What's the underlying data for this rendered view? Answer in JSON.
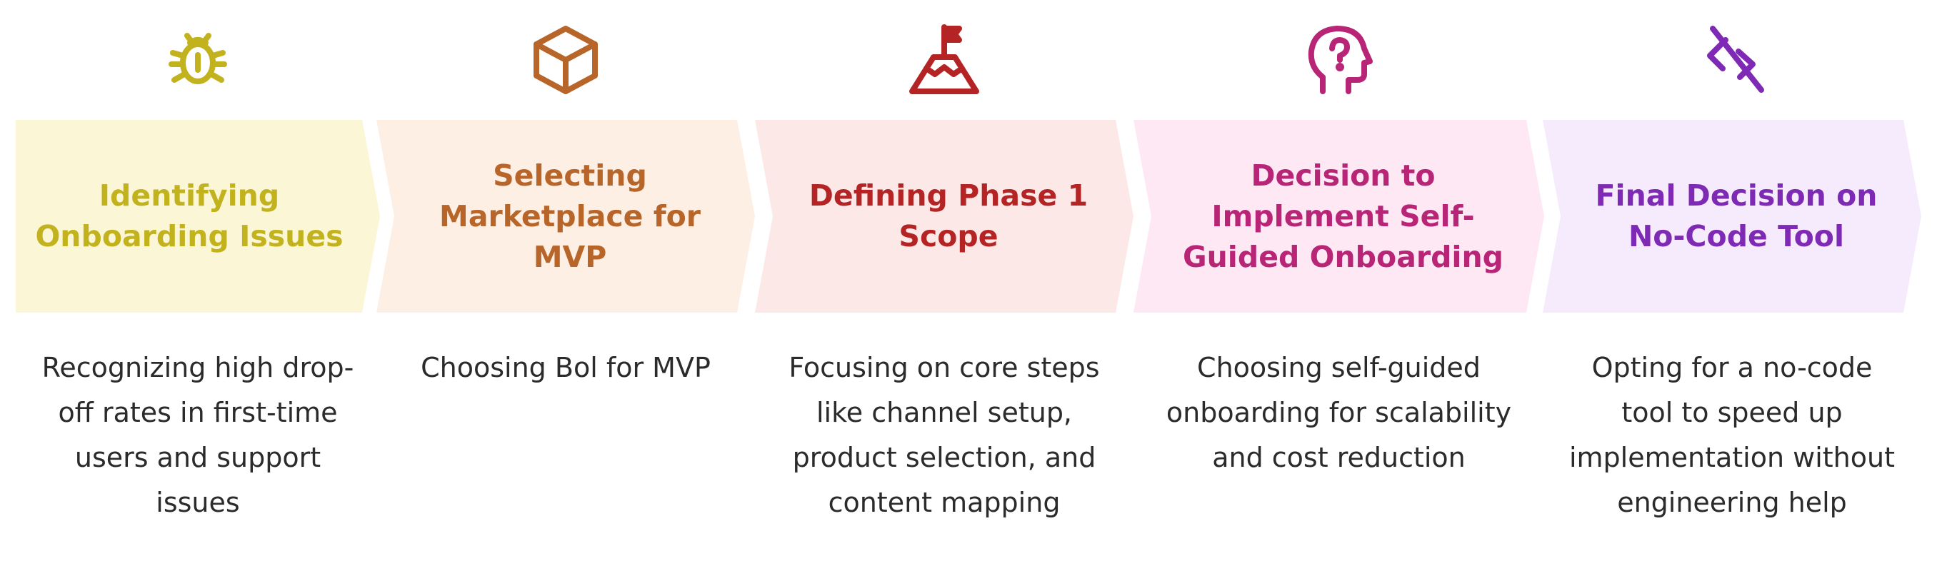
{
  "stages": [
    {
      "icon": "bug-icon",
      "title": "Identifying Onboarding Issues",
      "description": "Recognizing high drop-off rates in first-time users and support issues",
      "color": "#c2b21d",
      "background": "#fbf7d6"
    },
    {
      "icon": "cube-icon",
      "title": "Selecting Marketplace for MVP",
      "description": "Choosing Bol for MVP",
      "color": "#b8652a",
      "background": "#fdefe3"
    },
    {
      "icon": "mountain-flag-icon",
      "title": "Defining Phase 1 Scope",
      "description": "Focusing on core steps like channel setup, product selection, and content mapping",
      "color": "#b52424",
      "background": "#fde8e8"
    },
    {
      "icon": "head-question-icon",
      "title": "Decision to Implement Self-Guided Onboarding",
      "description": "Choosing self-guided onboarding for scalability and cost reduction",
      "color": "#b82577",
      "background": "#fde8f4"
    },
    {
      "icon": "code-off-icon",
      "title": "Final Decision on No-Code Tool",
      "description": "Opting for a no-code tool to speed up implementation without engineering help",
      "color": "#7e2ab4",
      "background": "#f5ebfd"
    }
  ]
}
